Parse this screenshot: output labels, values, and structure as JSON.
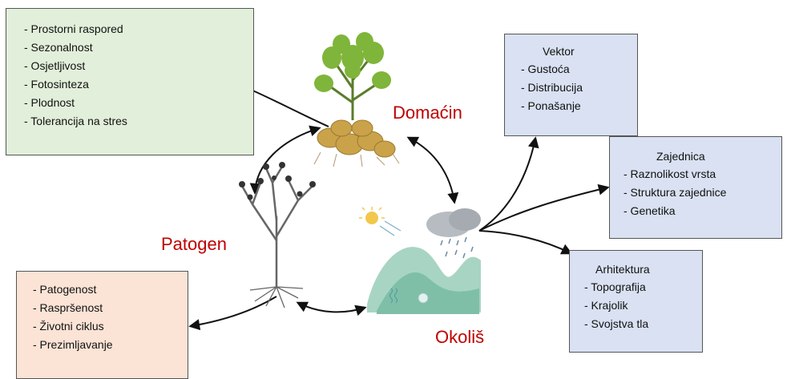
{
  "colors": {
    "label_red": "#c00000",
    "host_box": "#e2efda",
    "pathogen_box": "#fbe3d6",
    "env_box": "#d9e1f2"
  },
  "labels": {
    "host": "Domaćin",
    "pathogen": "Patogen",
    "environment": "Okoliš"
  },
  "host_box": {
    "items": [
      "- Prostorni raspored",
      "- Sezonalnost",
      "- Osjetljivost",
      "- Fotosinteza",
      "- Plodnost",
      "- Tolerancija na stres"
    ]
  },
  "pathogen_box": {
    "items": [
      "- Patogenost",
      "- Raspršenost",
      "- Životni ciklus",
      "- Prezimljavanje"
    ]
  },
  "vector_box": {
    "title": "Vektor",
    "items": [
      "- Gustoća",
      "- Distribucija",
      "- Ponašanje"
    ]
  },
  "community_box": {
    "title": "Zajednica",
    "items": [
      "- Raznolikost vrsta",
      "- Struktura zajednice",
      "- Genetika"
    ]
  },
  "architecture_box": {
    "title": "Arhitektura",
    "items": [
      "- Topografija",
      "- Krajolik",
      "- Svojstva tla"
    ]
  },
  "icons": {
    "host": "potato-plant-icon",
    "pathogen": "bare-tree-pathogen-icon",
    "environment": "landscape-weather-icon"
  }
}
